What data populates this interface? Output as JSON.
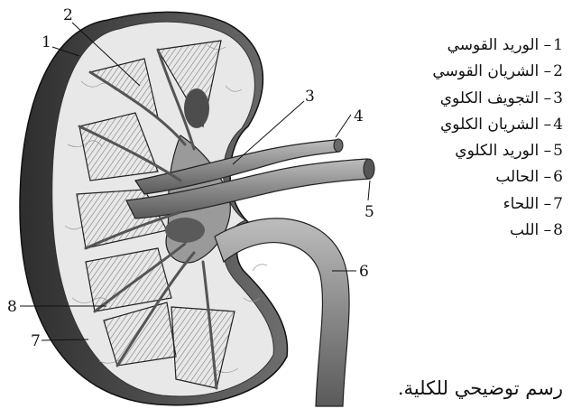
{
  "figure": {
    "caption": "رسم توضيحي للكلية.",
    "callouts": [
      "1",
      "2",
      "3",
      "4",
      "5",
      "6",
      "7",
      "8"
    ],
    "legend": [
      {
        "num": "1",
        "text": "الوريد القوسي"
      },
      {
        "num": "2",
        "text": "الشريان القوسي"
      },
      {
        "num": "3",
        "text": "التجويف الكلوي"
      },
      {
        "num": "4",
        "text": "الشريان الكلوي"
      },
      {
        "num": "5",
        "text": "الوريد الكلوي"
      },
      {
        "num": "6",
        "text": "الحالب"
      },
      {
        "num": "7",
        "text": "اللحاء"
      },
      {
        "num": "8",
        "text": "اللب"
      }
    ]
  },
  "colors": {
    "ink": "#1a1a1a",
    "capsule": "#4a4a4a",
    "cortex": "#e6e6e6",
    "pyramid": "#bdbdbd",
    "vessel": "#8f8f8f",
    "background": "#ffffff"
  }
}
